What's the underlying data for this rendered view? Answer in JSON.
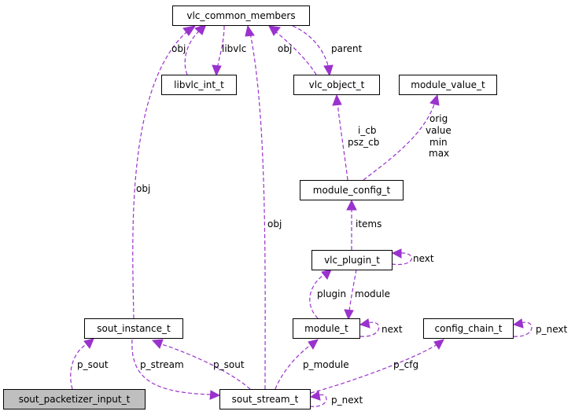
{
  "colors": {
    "edge": "#9a32cd",
    "node_border": "#000000",
    "node_fill": "#ffffff",
    "highlight_fill": "#bfbfbf"
  },
  "nodes": {
    "vlc_common_members": "vlc_common_members",
    "libvlc_int_t": "libvlc_int_t",
    "vlc_object_t": "vlc_object_t",
    "module_value_t": "module_value_t",
    "module_config_t": "module_config_t",
    "vlc_plugin_t": "vlc_plugin_t",
    "sout_instance_t": "sout_instance_t",
    "module_t": "module_t",
    "config_chain_t": "config_chain_t",
    "sout_packetizer_input_t": "sout_packetizer_input_t",
    "sout_stream_t": "sout_stream_t"
  },
  "edge_labels": {
    "obj_libvlc": "obj",
    "libvlc": "libvlc",
    "obj_object": "obj",
    "parent": "parent",
    "obj_instance": "obj",
    "obj_stream": "obj",
    "i_cb": "i_cb",
    "psz_cb": "psz_cb",
    "orig": "orig",
    "value": "value",
    "min": "min",
    "max": "max",
    "items": "items",
    "next_plugin": "next",
    "plugin": "plugin",
    "module": "module",
    "next_module": "next",
    "p_next_chain": "p_next",
    "p_sout_packetizer": "p_sout",
    "p_stream": "p_stream",
    "p_sout_stream": "p_sout",
    "p_module": "p_module",
    "p_cfg": "p_cfg",
    "p_next_stream": "p_next"
  }
}
